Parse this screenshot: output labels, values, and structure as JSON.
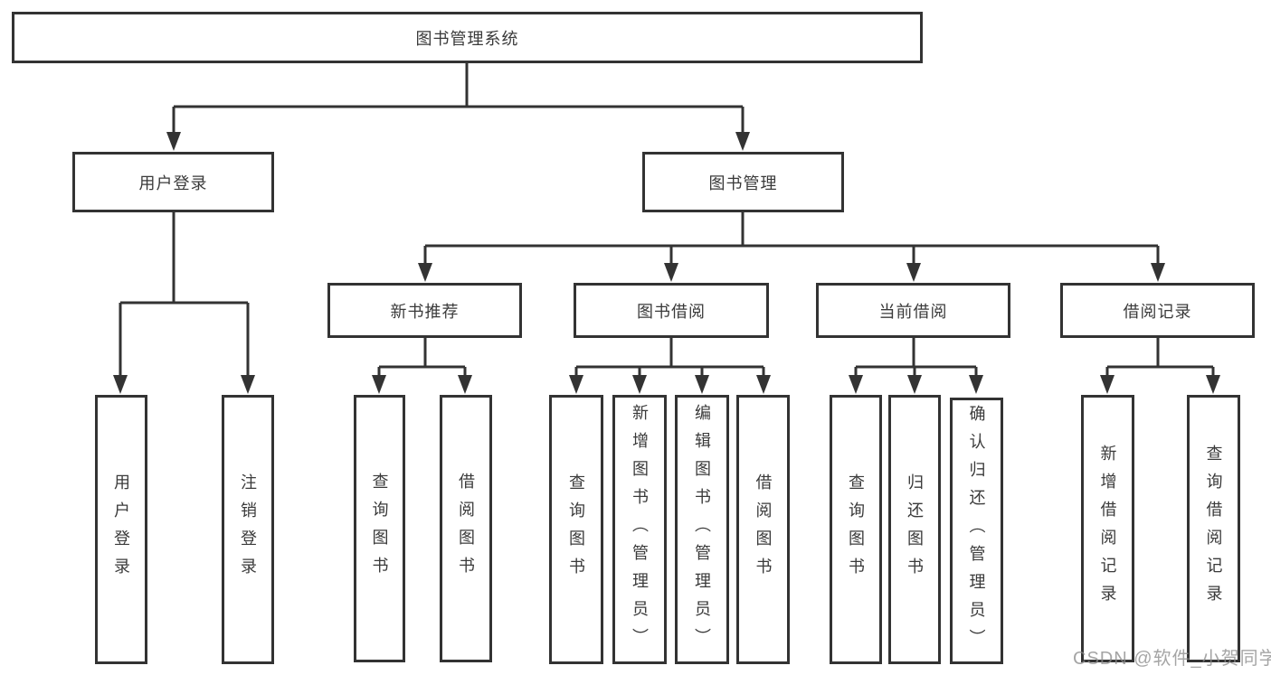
{
  "diagram_type": "hierarchy-diagram",
  "tree": {
    "root": "图书管理系统",
    "children": [
      {
        "label": "用户登录",
        "children": [
          "用户登录",
          "注销登录"
        ]
      },
      {
        "label": "图书管理",
        "children": [
          {
            "label": "新书推荐",
            "children": [
              "查询图书",
              "借阅图书"
            ]
          },
          {
            "label": "图书借阅",
            "children": [
              "查询图书",
              "新增图书（管理员）",
              "编辑图书（管理员）",
              "借阅图书"
            ]
          },
          {
            "label": "当前借阅",
            "children": [
              "查询图书",
              "归还图书",
              "确认归还（管理员）"
            ]
          },
          {
            "label": "借阅记录",
            "children": [
              "新增借阅记录",
              "查询借阅记录"
            ]
          }
        ]
      }
    ]
  },
  "watermark": {
    "text": "CSDN @软件_小贺同学"
  },
  "colors": {
    "line": "#333333",
    "text": "#3a3a3a",
    "background": "#ffffff",
    "watermark": "#8c8c8c"
  }
}
